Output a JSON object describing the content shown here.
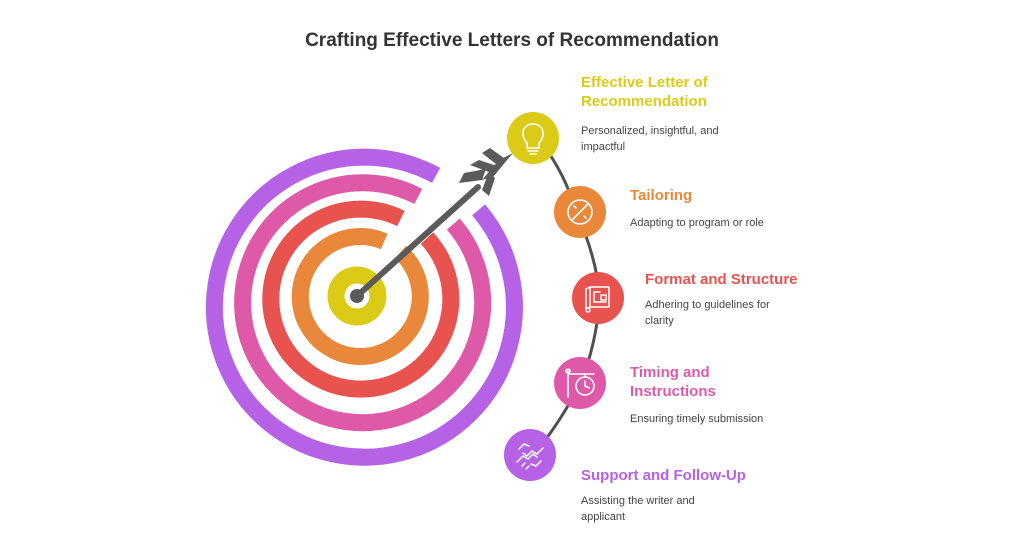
{
  "title": "Crafting Effective Letters of Recommendation",
  "target_colors": [
    "#b562e6",
    "#de5aa8",
    "#e8524f",
    "#e9883a",
    "#dccb16"
  ],
  "arrow_color": "#5a5a5a",
  "steps": [
    {
      "title_line1": "Effective Letter of",
      "title_line2": "Recommendation",
      "desc_line1": "Personalized, insightful, and",
      "desc_line2": "impactful",
      "color": "#dccb16",
      "icon": "lightbulb-icon"
    },
    {
      "title_line1": "Tailoring",
      "title_line2": "",
      "desc_line1": "Adapting to program or role",
      "desc_line2": "",
      "color": "#e9883a",
      "icon": "compass-icon"
    },
    {
      "title_line1": "Format and Structure",
      "title_line2": "",
      "desc_line1": "Adhering to guidelines for",
      "desc_line2": "clarity",
      "color": "#e8524f",
      "icon": "blueprint-icon"
    },
    {
      "title_line1": "Timing and",
      "title_line2": "Instructions",
      "desc_line1": "Ensuring timely submission",
      "desc_line2": "",
      "color": "#de5aa8",
      "icon": "timer-icon"
    },
    {
      "title_line1": "Support and Follow-Up",
      "title_line2": "",
      "desc_line1": "Assisting the writer and",
      "desc_line2": "applicant",
      "color": "#b562e6",
      "icon": "handshake-icon"
    }
  ]
}
